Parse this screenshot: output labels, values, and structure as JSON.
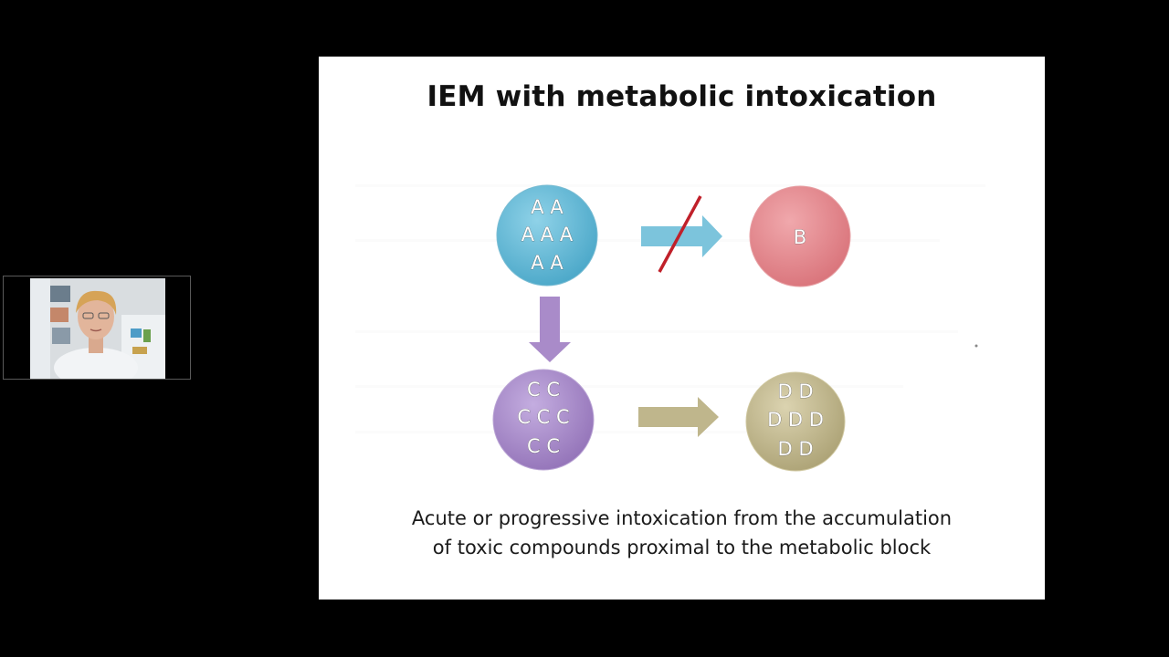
{
  "slide": {
    "title": "IEM with metabolic intoxication",
    "caption_line1": "Acute or progressive intoxication from the accumulation",
    "caption_line2": "of toxic compounds proximal to the metabolic block"
  },
  "diagram": {
    "node_a": {
      "rows": [
        "A A",
        "A A A",
        "A A"
      ],
      "color": "#5fb8d6"
    },
    "node_b": {
      "label": "B",
      "color": "#e58a8f"
    },
    "node_c": {
      "rows": [
        "C C",
        "C C C",
        "C C"
      ],
      "color": "#a98bc9"
    },
    "node_d": {
      "rows": [
        "D D",
        "D D D",
        "D D"
      ],
      "color": "#c2b88f"
    },
    "arrow_colors": {
      "a_to_b": "#7cc4dc",
      "a_to_c": "#a98bc9",
      "c_to_d": "#bfb68c",
      "block_mark": "#c0202a"
    }
  }
}
